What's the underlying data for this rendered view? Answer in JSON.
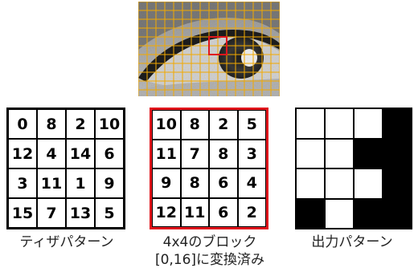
{
  "photo": {
    "image": "grayscale-eye-closeup",
    "grid_color": "#f2a900",
    "highlight_color": "#e0161c"
  },
  "dither_matrix": {
    "caption": "ティザパターン",
    "cells": [
      [
        0,
        8,
        2,
        10
      ],
      [
        12,
        4,
        14,
        6
      ],
      [
        3,
        11,
        1,
        9
      ],
      [
        15,
        7,
        13,
        5
      ]
    ]
  },
  "block_matrix": {
    "caption_line1": "4x4のブロック",
    "caption_line2": "[0,16]に変換済み",
    "border_color": "#e0161c",
    "cells": [
      [
        10,
        8,
        2,
        5
      ],
      [
        11,
        7,
        8,
        3
      ],
      [
        9,
        8,
        6,
        4
      ],
      [
        12,
        11,
        6,
        2
      ]
    ]
  },
  "output_pattern": {
    "caption": "出力パターン",
    "pixels": [
      [
        0,
        0,
        0,
        1
      ],
      [
        0,
        0,
        1,
        1
      ],
      [
        0,
        0,
        0,
        1
      ],
      [
        1,
        0,
        1,
        1
      ]
    ]
  }
}
